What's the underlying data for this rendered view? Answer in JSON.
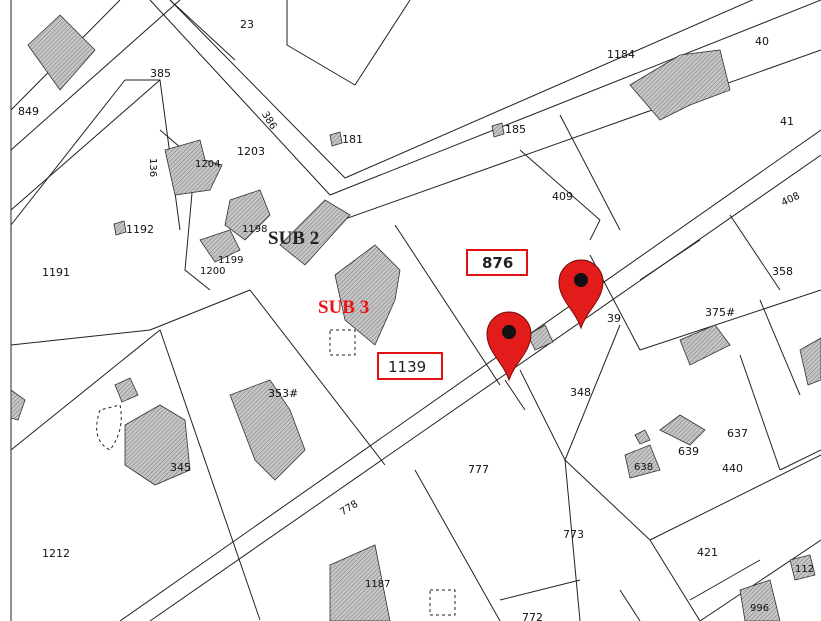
{
  "parcels": [
    "23",
    "40",
    "41",
    "385",
    "849",
    "1184",
    "386",
    "181",
    "185",
    "1203",
    "1204",
    "136",
    "409",
    "408",
    "1192",
    "1198",
    "1199",
    "1200",
    "1191",
    "358",
    "375#",
    "39",
    "348",
    "353#",
    "345",
    "637",
    "639",
    "638",
    "440",
    "777",
    "778",
    "773",
    "1212",
    "421",
    "1187",
    "772",
    "996",
    "112"
  ],
  "annotations": {
    "sub2": "SUB 2",
    "sub3": "SUB 3",
    "box_876": "876",
    "box_1139": "1139"
  },
  "colors": {
    "annotation_red": "#e11111",
    "marker_red": "#e21b1b",
    "building_fill": "#bdbdbd"
  },
  "icons": [
    "map-pin-icon",
    "map-pin-icon"
  ]
}
